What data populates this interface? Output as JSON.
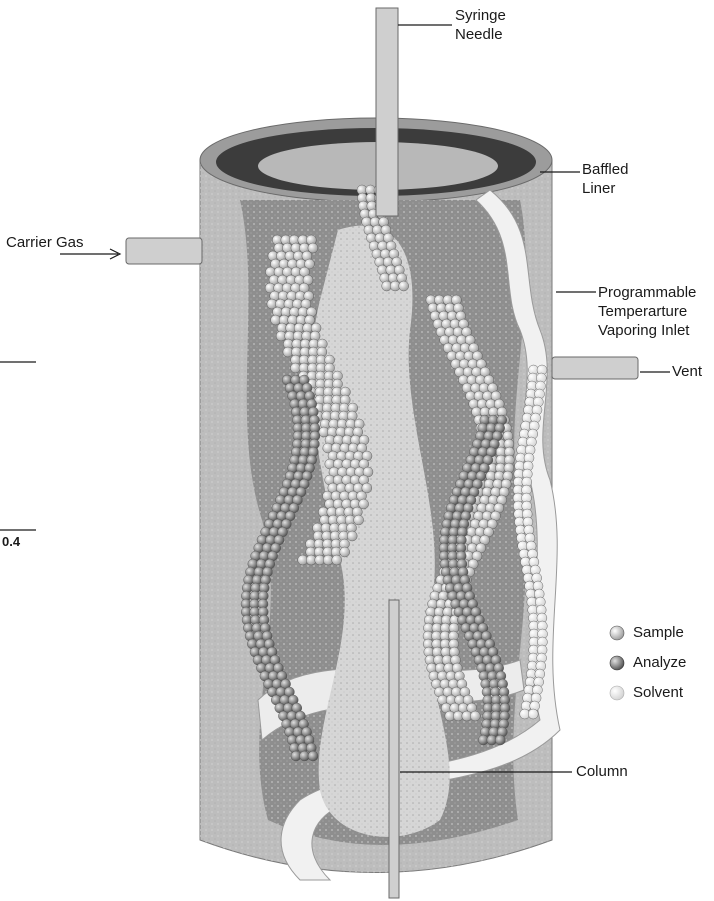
{
  "labels": {
    "syringe_needle": "Syringe\nNeedle",
    "baffled_liner": "Baffled\nLiner",
    "carrier_gas": "Carrier Gas",
    "programmable_inlet": "Programmable\nTemperarture\nVaporing Inlet",
    "vent": "Vent",
    "column": "Column",
    "axis_tick": "0.4"
  },
  "legend": {
    "items": [
      {
        "label": "Sample",
        "color": "#9a9a9a"
      },
      {
        "label": "Analyze",
        "color": "#6f6f6f"
      },
      {
        "label": "Solvent",
        "color": "#dcdcdc"
      }
    ]
  },
  "colors": {
    "outer_wall": "#bdbdbd",
    "inner_cavity": "#8e8e8e",
    "liner": "#f1f1f1",
    "ink": "#1a1a1a"
  }
}
